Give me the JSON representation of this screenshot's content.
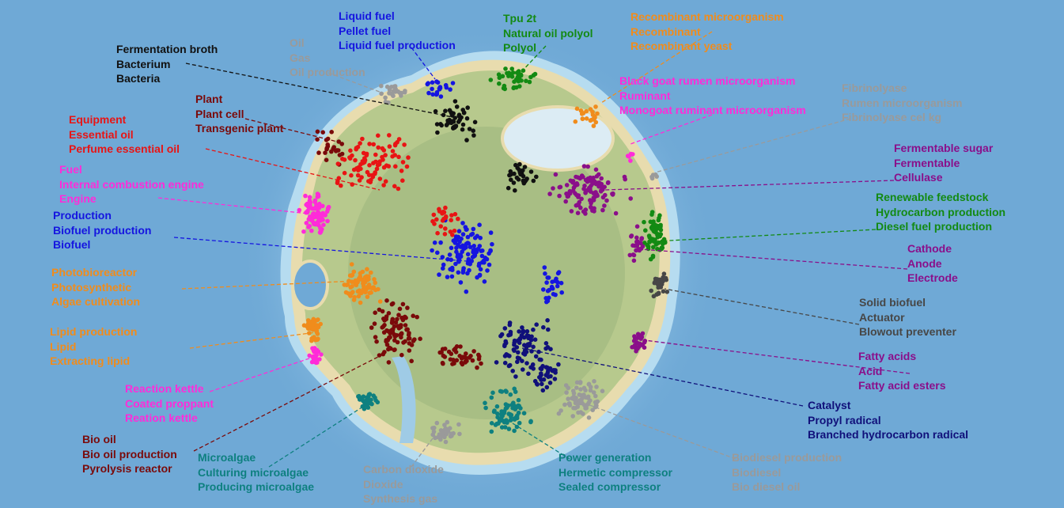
{
  "palette": {
    "sea": "#6fa9d6",
    "shallow": "#a9d3ec",
    "sand": "#e8dcae",
    "land": "#b7c98d",
    "plain": "#9db57d",
    "lake": "#dcecf4"
  },
  "clusters": [
    {
      "id": "fermentation",
      "color": "#111111",
      "lines": [
        "Fermentation broth",
        "Bacterium",
        "Bacteria"
      ]
    },
    {
      "id": "oil",
      "color": "#9a9a9a",
      "lines": [
        "Oil",
        "Gas",
        "Oil production"
      ]
    },
    {
      "id": "liquid-fuel",
      "color": "#1515e0",
      "lines": [
        "Liquid fuel",
        "Pellet fuel",
        "Liquid fuel production"
      ]
    },
    {
      "id": "polyol",
      "color": "#138a13",
      "lines": [
        "Tpu 2t",
        "Natural oil polyol",
        "Polyol"
      ]
    },
    {
      "id": "recombinant",
      "color": "#f08c1c",
      "lines": [
        "Recombinant microorganism",
        "Recombinant",
        "Recombinant yeast"
      ]
    },
    {
      "id": "ruminant",
      "color": "#ff2bd9",
      "lines": [
        "Black goat rumen microorganism",
        "Ruminant",
        "Monogoat ruminant microorganism"
      ]
    },
    {
      "id": "fibrinolyase",
      "color": "#9a9a9a",
      "lines": [
        "Fibrinolyase",
        "Rumen microorganism",
        "Fibrinolyase cel kg"
      ]
    },
    {
      "id": "plant",
      "color": "#7a0a0a",
      "lines": [
        "Plant",
        "Plant cell",
        "Transgenic plant"
      ]
    },
    {
      "id": "essential-oil",
      "color": "#e81414",
      "lines": [
        "Equipment",
        "Essential oil",
        "Perfume essential oil"
      ]
    },
    {
      "id": "engine",
      "color": "#ff2bd9",
      "lines": [
        "Fuel",
        "Internal combustion engine",
        "Engine"
      ]
    },
    {
      "id": "biofuel",
      "color": "#1515e0",
      "lines": [
        "Production",
        "Biofuel production",
        "Biofuel"
      ]
    },
    {
      "id": "fermentable",
      "color": "#8a0f8a",
      "lines": [
        "Fermentable sugar",
        "Fermentable",
        "Cellulase"
      ]
    },
    {
      "id": "renewable",
      "color": "#138a13",
      "lines": [
        "Renewable feedstock",
        "Hydrocarbon production",
        "Diesel fuel production"
      ]
    },
    {
      "id": "electrode",
      "color": "#8a0f8a",
      "lines": [
        "Cathode",
        "Anode",
        "Electrode"
      ]
    },
    {
      "id": "photo",
      "color": "#f08c1c",
      "lines": [
        "Photobioreactor",
        "Photosynthetic",
        "Algae cultivation"
      ]
    },
    {
      "id": "lipid",
      "color": "#f08c1c",
      "lines": [
        "Lipid production",
        "Lipid",
        "Extracting lipid"
      ]
    },
    {
      "id": "solid-biofuel",
      "color": "#474747",
      "lines": [
        "Solid biofuel",
        "Actuator",
        "Blowout preventer"
      ]
    },
    {
      "id": "fatty-acids",
      "color": "#8a0f8a",
      "lines": [
        "Fatty acids",
        "Acid",
        "Fatty acid esters"
      ]
    },
    {
      "id": "kettle",
      "color": "#ff2bd9",
      "lines": [
        "Reaction kettle",
        "Coated proppant",
        "Reation kettle"
      ]
    },
    {
      "id": "catalyst",
      "color": "#10107a",
      "lines": [
        "Catalyst",
        "Propyl radical",
        "Branched hydrocarbon radical"
      ]
    },
    {
      "id": "bio-oil",
      "color": "#7a0a0a",
      "lines": [
        "Bio oil",
        "Bio oil production",
        "Pyrolysis reactor"
      ]
    },
    {
      "id": "microalgae",
      "color": "#0e8080",
      "lines": [
        "Microalgae",
        "Culturing microalgae",
        "Producing microalgae"
      ]
    },
    {
      "id": "carbon-dioxide",
      "color": "#9a9a9a",
      "lines": [
        "Carbon dioxide",
        "Dioxide",
        "Synthesis gas"
      ]
    },
    {
      "id": "power",
      "color": "#0e8080",
      "lines": [
        "Power generation",
        "Hermetic compressor",
        "Sealed compressor"
      ]
    },
    {
      "id": "biodiesel",
      "color": "#9a9a9a",
      "lines": [
        "Biodiesel production",
        "Biodiesel",
        "Bio diesel oil"
      ]
    }
  ]
}
